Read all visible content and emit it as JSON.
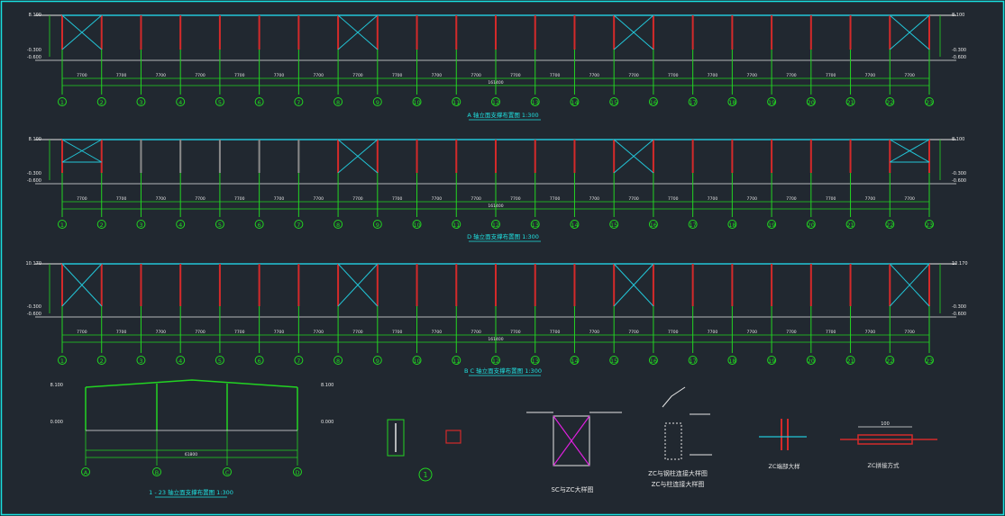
{
  "elevations": [
    {
      "id": "A",
      "title": "A 轴立面支撑布置图 1:300",
      "total_dim": "161400",
      "bay_dim": "7700",
      "axes": [
        "1",
        "2",
        "3",
        "4",
        "5",
        "6",
        "7",
        "8",
        "9",
        "10",
        "11",
        "12",
        "13",
        "14",
        "15",
        "16",
        "17",
        "18",
        "19",
        "20",
        "21",
        "22",
        "23"
      ],
      "braced_bays": [
        1,
        8,
        15,
        22
      ],
      "left_labels": [
        "8.100",
        "-0.300",
        "-0.600"
      ],
      "right_labels": [
        "8.100",
        "-0.300",
        "-0.600"
      ]
    },
    {
      "id": "D",
      "title": "D 轴立面支撑布置图 1:300",
      "total_dim": "161400",
      "bay_dim": "7700",
      "axes": [
        "1",
        "2",
        "3",
        "4",
        "5",
        "6",
        "7",
        "8",
        "9",
        "10",
        "11",
        "12",
        "13",
        "14",
        "15",
        "16",
        "17",
        "18",
        "19",
        "20",
        "21",
        "22",
        "23"
      ],
      "braced_bays": [
        1,
        8,
        15,
        22
      ],
      "left_labels": [
        "8.100",
        "-0.300",
        "-0.600"
      ],
      "right_labels": [
        "8.100",
        "-0.300",
        "-0.600"
      ]
    },
    {
      "id": "BC",
      "title": "B C 轴立面支撑布置图 1:300",
      "total_dim": "161400",
      "bay_dim": "7700",
      "axes": [
        "1",
        "2",
        "3",
        "4",
        "5",
        "6",
        "7",
        "8",
        "9",
        "10",
        "11",
        "12",
        "13",
        "14",
        "15",
        "16",
        "17",
        "18",
        "19",
        "20",
        "21",
        "22",
        "23"
      ],
      "braced_bays": [
        1,
        8,
        15,
        22
      ],
      "left_labels": [
        "10.170",
        "-0.300",
        "-0.600"
      ],
      "right_labels": [
        "10.170",
        "-0.300",
        "-0.600"
      ]
    }
  ],
  "section": {
    "title": "1 - 23 轴立面支撑布置图 1:300",
    "axes": [
      "A",
      "B",
      "C",
      "D"
    ],
    "total_dim": "61800",
    "left_labels": [
      "8.100",
      "0.000"
    ],
    "right_labels": [
      "8.100",
      "0.000"
    ]
  },
  "details": {
    "node_mark": "1",
    "sc_detail_title": "SC与ZC大样图",
    "zc_col_title1": "ZC与钢柱连接大样图",
    "zc_col_title2": "ZC与柱连接大样图",
    "zc_end_title": "ZC端部大样",
    "zc_splice_title": "ZC拼接方式",
    "splice_dim": "100"
  },
  "colors": {
    "background": "#212830",
    "frame": "#18e0e0",
    "axis_line": "#22d422",
    "column_red": "#d42a2a",
    "column_gray": "#8a8a8a",
    "bracing": "#22c6d8",
    "dimension": "#22d422",
    "bracing_magenta": "#e020e0",
    "white": "#e6e6e6",
    "title": "#20e0e0"
  }
}
